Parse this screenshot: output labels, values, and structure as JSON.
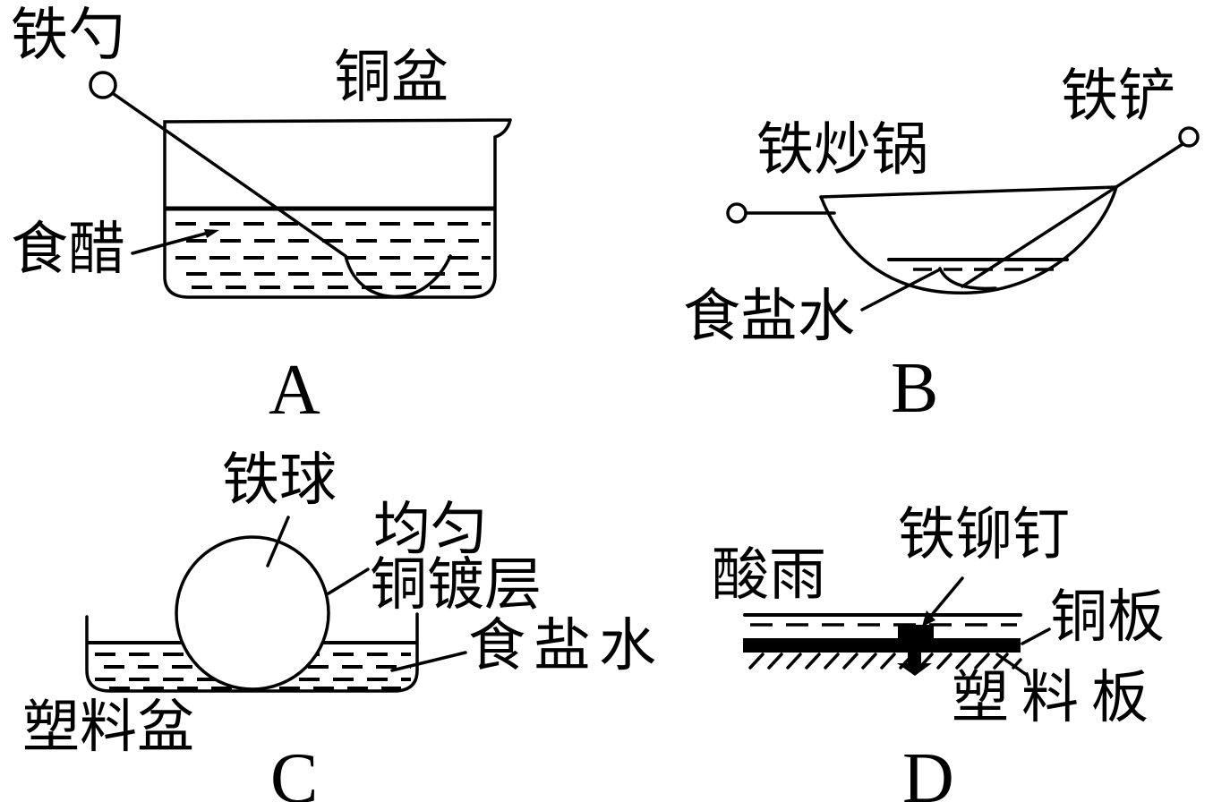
{
  "figure": {
    "description_colors": {
      "ink": "#000000",
      "background": "#ffffff"
    },
    "panels": [
      {
        "id": "A",
        "letter": "A",
        "labels": {
          "spoon": "铁勺",
          "basin": "铜盆",
          "vinegar": "食醋"
        }
      },
      {
        "id": "B",
        "letter": "B",
        "labels": {
          "wok": "铁炒锅",
          "spatula": "铁铲",
          "salt_water": "食盐水"
        }
      },
      {
        "id": "C",
        "letter": "C",
        "labels": {
          "ball": "铁球",
          "coating_line1": "均匀",
          "coating_line2": "铜镀层",
          "salt_water": "食盐水",
          "basin": "塑料盆"
        }
      },
      {
        "id": "D",
        "letter": "D",
        "labels": {
          "acid_rain": "酸雨",
          "rivet": "铁铆钉",
          "copper_plate": "铜板",
          "plastic_plate": "塑料板"
        }
      }
    ]
  }
}
